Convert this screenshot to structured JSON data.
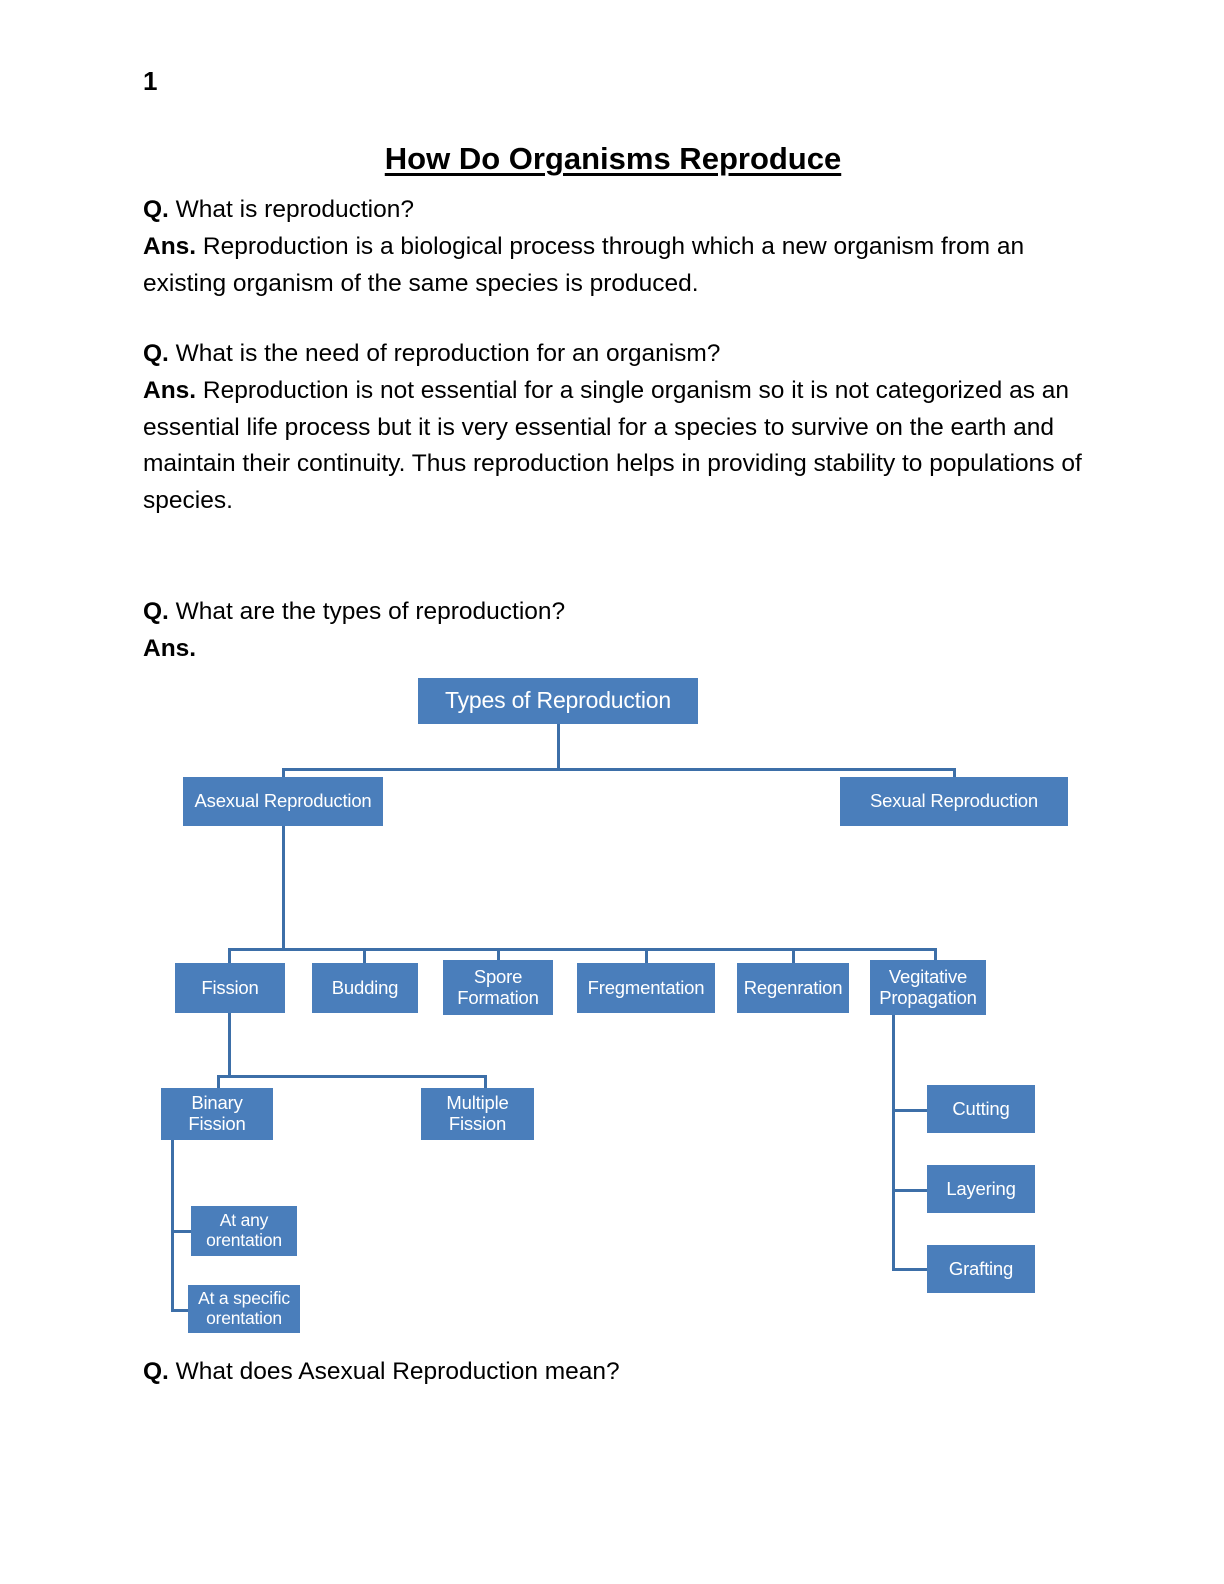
{
  "document": {
    "page_number": "1",
    "title": "How Do Organisms Reproduce",
    "qa": [
      {
        "q_label": "Q.",
        "question": " What is reproduction?",
        "a_label": "Ans.",
        "answer": " Reproduction is a biological process through which a new organism from an existing organism of the same species is produced."
      },
      {
        "q_label": "Q.",
        "question": " What is the need of reproduction for an organism?",
        "a_label": "Ans.",
        "answer": " Reproduction is not essential for a single organism so it is not categorized as an essential life process but it is very essential for a species to survive on the earth and maintain their continuity. Thus reproduction helps in providing stability to populations of species."
      },
      {
        "q_label": "Q.",
        "question": " What are the types of reproduction?",
        "a_label": "Ans.",
        "answer": ""
      },
      {
        "q_label": "Q.",
        "question": " What does Asexual Reproduction mean?",
        "a_label": "",
        "answer": ""
      }
    ]
  },
  "chart_data": {
    "type": "diagram",
    "title": "Types of Reproduction",
    "node_color": "#4A7EBB",
    "connector_color": "#3D6FA8",
    "text_color": "#FFFFFF",
    "nodes": {
      "root": "Types of Reproduction",
      "asexual": "Asexual Reproduction",
      "sexual": "Sexual Reproduction",
      "fission": "Fission",
      "budding": "Budding",
      "spore_formation": "Spore Formation",
      "fregmentation": "Fregmentation",
      "regenration": "Regenration",
      "vegitative_propagation": "Vegitative Propagation",
      "binary_fission": "Binary Fission",
      "multiple_fission": "Multiple Fission",
      "at_any_orentation": "At any orentation",
      "at_a_specific_orentation": "At a specific orentation",
      "cutting": "Cutting",
      "layering": "Layering",
      "grafting": "Grafting"
    },
    "edges": [
      [
        "root",
        "asexual"
      ],
      [
        "root",
        "sexual"
      ],
      [
        "asexual",
        "fission"
      ],
      [
        "asexual",
        "budding"
      ],
      [
        "asexual",
        "spore_formation"
      ],
      [
        "asexual",
        "fregmentation"
      ],
      [
        "asexual",
        "regenration"
      ],
      [
        "asexual",
        "vegitative_propagation"
      ],
      [
        "fission",
        "binary_fission"
      ],
      [
        "fission",
        "multiple_fission"
      ],
      [
        "binary_fission",
        "at_any_orentation"
      ],
      [
        "binary_fission",
        "at_a_specific_orentation"
      ],
      [
        "vegitative_propagation",
        "cutting"
      ],
      [
        "vegitative_propagation",
        "layering"
      ],
      [
        "vegitative_propagation",
        "grafting"
      ]
    ]
  }
}
